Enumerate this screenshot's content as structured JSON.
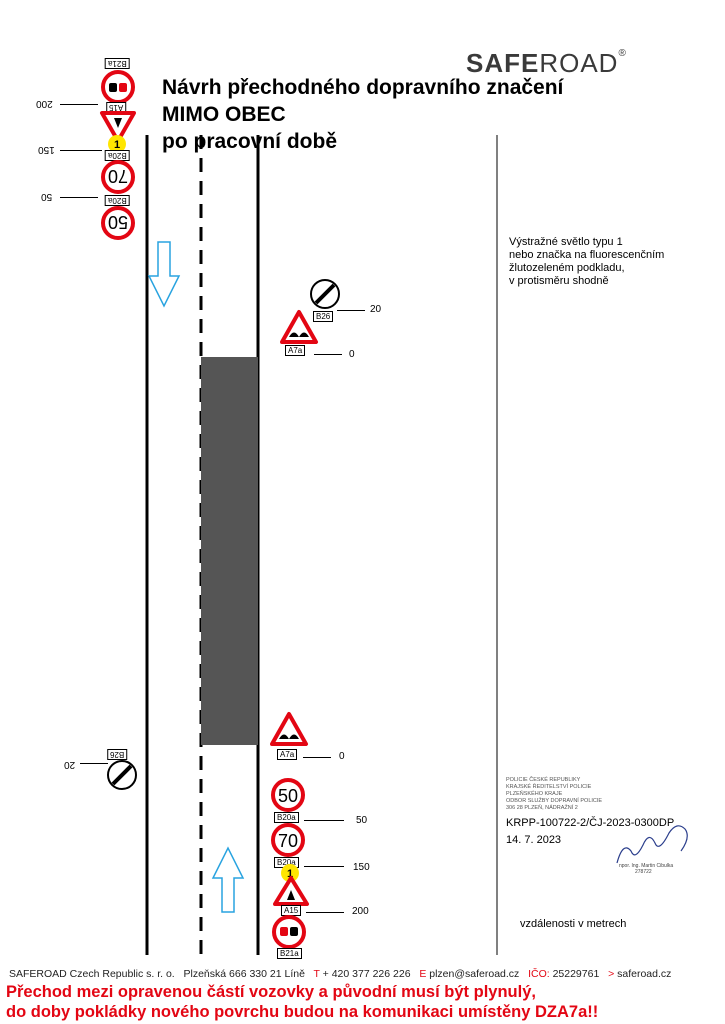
{
  "logo": {
    "bold": "SAFE",
    "light": "ROAD",
    "mark": "®"
  },
  "title": {
    "line1": "Návrh přechodného dopravního značení",
    "line2": "MIMO OBEC",
    "line3": "po pracovní době"
  },
  "note": {
    "line1": "Výstražné světlo typu 1",
    "line2": "nebo značka na fluorescenčním",
    "line3": "žlutozeleném podkladu,",
    "line4": "v protisměru shodně"
  },
  "signs": {
    "top_left": {
      "b21a": "B21a",
      "a15": "A15",
      "b20a_1": "B20a",
      "b20a_2": "B20a",
      "speed_70": "70",
      "speed_50": "50",
      "light_number": "1",
      "dist_200": "200",
      "dist_150": "150",
      "dist_50": "50"
    },
    "right_upper": {
      "b26": "B26",
      "a7a": "A7a",
      "dist_20": "20",
      "dist_0": "0"
    },
    "left_lower": {
      "b26": "B26",
      "dist_20": "20"
    },
    "right_lower": {
      "a7a": "A7a",
      "b20a_1": "B20a",
      "b20a_2": "B20a",
      "a15": "A15",
      "b21a": "B21a",
      "speed_50": "50",
      "speed_70": "70",
      "light_number": "1",
      "dist_0": "0",
      "dist_50": "50",
      "dist_150": "150",
      "dist_200": "200"
    }
  },
  "stamp": {
    "line1": "POLICIE ČESKÉ REPUBLIKY",
    "line2": "KRAJSKÉ ŘEDITELSTVÍ POLICIE",
    "line3": "PLZEŇSKÉHO KRAJE",
    "line4": "ODBOR SLUŽBY DOPRAVNÍ POLICIE",
    "line5": "306 28 PLZEŇ, NÁDRAŽNÍ 2"
  },
  "approval": {
    "ref": "KRPP-100722-2/ČJ-2023-0300DP",
    "date": "14. 7. 2023"
  },
  "signature": {
    "name": "npor. Ing. Martin Cibulka",
    "id": "278722"
  },
  "units": "vzdálenosti v metrech",
  "footer": {
    "company": "SAFEROAD Czech Republic s. r. o.",
    "address": "Plzeňská 666   330 21 Líně",
    "phone_label": "T",
    "phone": "+ 420 377 226 226",
    "email_label": "E",
    "email": "plzen@saferoad.cz",
    "ico_label": "IČO:",
    "ico": "25229761",
    "web_label": ">",
    "web": "saferoad.cz"
  },
  "warning": {
    "line1": "Přechod mezi opravenou částí vozovky a původní musí být plynulý,",
    "line2": "do doby pokládky nového povrchu budou na komunikaci umístěny DZA7a!!"
  },
  "colors": {
    "red": "#e30613",
    "asphalt": "#555555",
    "arrow": "#29a3e0",
    "light": "#ffe600"
  }
}
